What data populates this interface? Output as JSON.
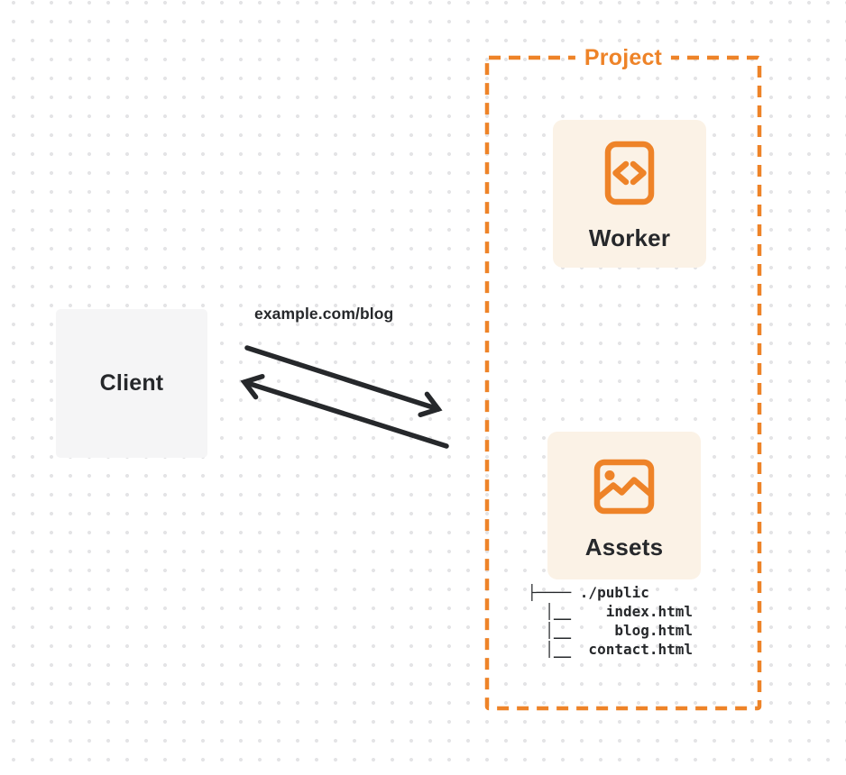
{
  "client": {
    "label": "Client"
  },
  "request": {
    "url_label": "example.com/blog"
  },
  "project": {
    "label": "Project",
    "worker": {
      "label": "Worker",
      "icon": "code-file-icon"
    },
    "assets": {
      "label": "Assets",
      "icon": "image-icon",
      "file_tree": "├──── ./public\n  │__    index.html\n  │__     blog.html\n  │__  contact.html"
    }
  },
  "colors": {
    "accent_orange": "#EE8328",
    "card_bg": "#FBF2E6",
    "client_bg": "#F5F5F6",
    "ink": "#26282B",
    "dot": "#E4E4E6"
  }
}
